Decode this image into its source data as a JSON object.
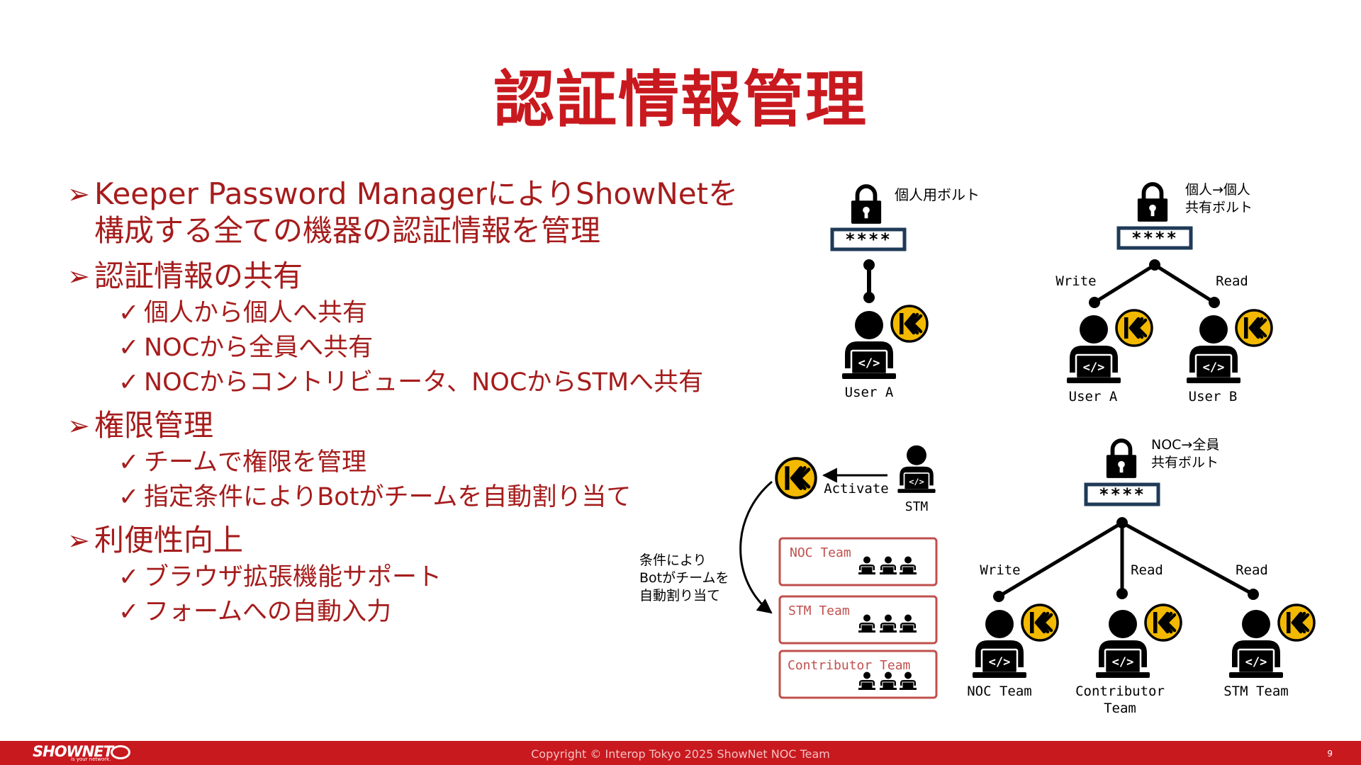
{
  "title": "認証情報管理",
  "bullets": [
    {
      "text": "Keeper Password ManagerによりShowNetを構成する全ての機器の認証情報を管理",
      "line1": "Keeper Password ManagerによりShowNetを",
      "line2": "構成する全ての機器の認証情報を管理",
      "subs": []
    },
    {
      "text": "認証情報の共有",
      "subs": [
        "個人から個人へ共有",
        "NOCから全員へ共有",
        "NOCからコントリビュータ、NOCからSTMへ共有"
      ]
    },
    {
      "text": "権限管理",
      "subs": [
        "チームで権限を管理",
        "指定条件によりBotがチームを自動割り当て"
      ]
    },
    {
      "text": "利便性向上",
      "subs": [
        "ブラウザ拡張機能サポート",
        "フォームへの自動入力"
      ]
    }
  ],
  "diagram": {
    "password_mask": "****",
    "personal_vault": {
      "label": "個人用ボルト",
      "user": "User A"
    },
    "p2p_vault": {
      "label_line1": "個人→個人",
      "label_line2": "共有ボルト",
      "write": "Write",
      "read": "Read",
      "user_a": "User A",
      "user_b": "User B"
    },
    "bot": {
      "activate": "Activate",
      "stm": "STM",
      "condition_line1": "条件により",
      "condition_line2": "Botがチームを",
      "condition_line3": "自動割り当て",
      "teams": [
        "NOC Team",
        "STM Team",
        "Contributor Team"
      ]
    },
    "noc_vault": {
      "label_line1": "NOC→全員",
      "label_line2": "共有ボルト",
      "write": "Write",
      "read1": "Read",
      "read2": "Read",
      "team1": "NOC Team",
      "team2_line1": "Contributor",
      "team2_line2": "Team",
      "team3": "STM Team"
    }
  },
  "footer": {
    "logo": "SHOWNET",
    "logo_sub": "is your network.",
    "copyright": "Copyright © Interop Tokyo 2025 ShowNet NOC Team",
    "page_number": "9"
  },
  "colors": {
    "brand_red": "#c8191f",
    "text_red": "#a61c1c",
    "keeper_yellow": "#f2b900",
    "vault_border": "#1f3a57"
  }
}
